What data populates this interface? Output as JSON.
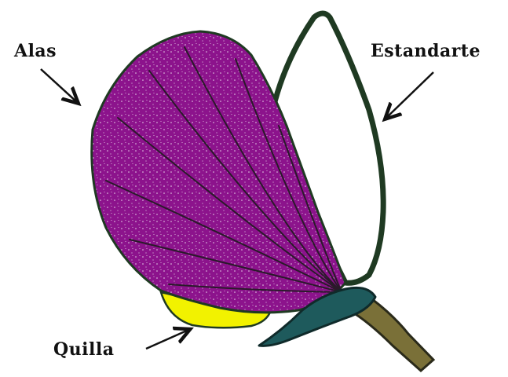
{
  "labels": {
    "alas": "Alas",
    "estandarte": "Estandarte",
    "quilla": "Quilla"
  },
  "colors": {
    "wing_purple": "#8c138c",
    "outline": "#1f3a22",
    "keel_yellow": "#f2f200",
    "calyx_teal": "#1e5a5c",
    "stem_olive": "#7a7038",
    "standard_white": "#ffffff"
  }
}
